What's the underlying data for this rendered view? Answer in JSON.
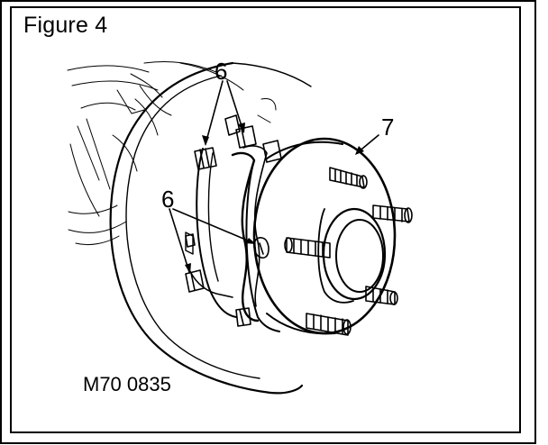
{
  "figure": {
    "title": "Figure 4",
    "reference_code": "M70 0835"
  },
  "callouts": [
    {
      "id": "bolt-callout-upper",
      "label": "6"
    },
    {
      "id": "hub-callout",
      "label": "7"
    },
    {
      "id": "bolt-callout-lower",
      "label": "6"
    }
  ],
  "colors": {
    "ink": "#000000",
    "paper": "#ffffff"
  }
}
